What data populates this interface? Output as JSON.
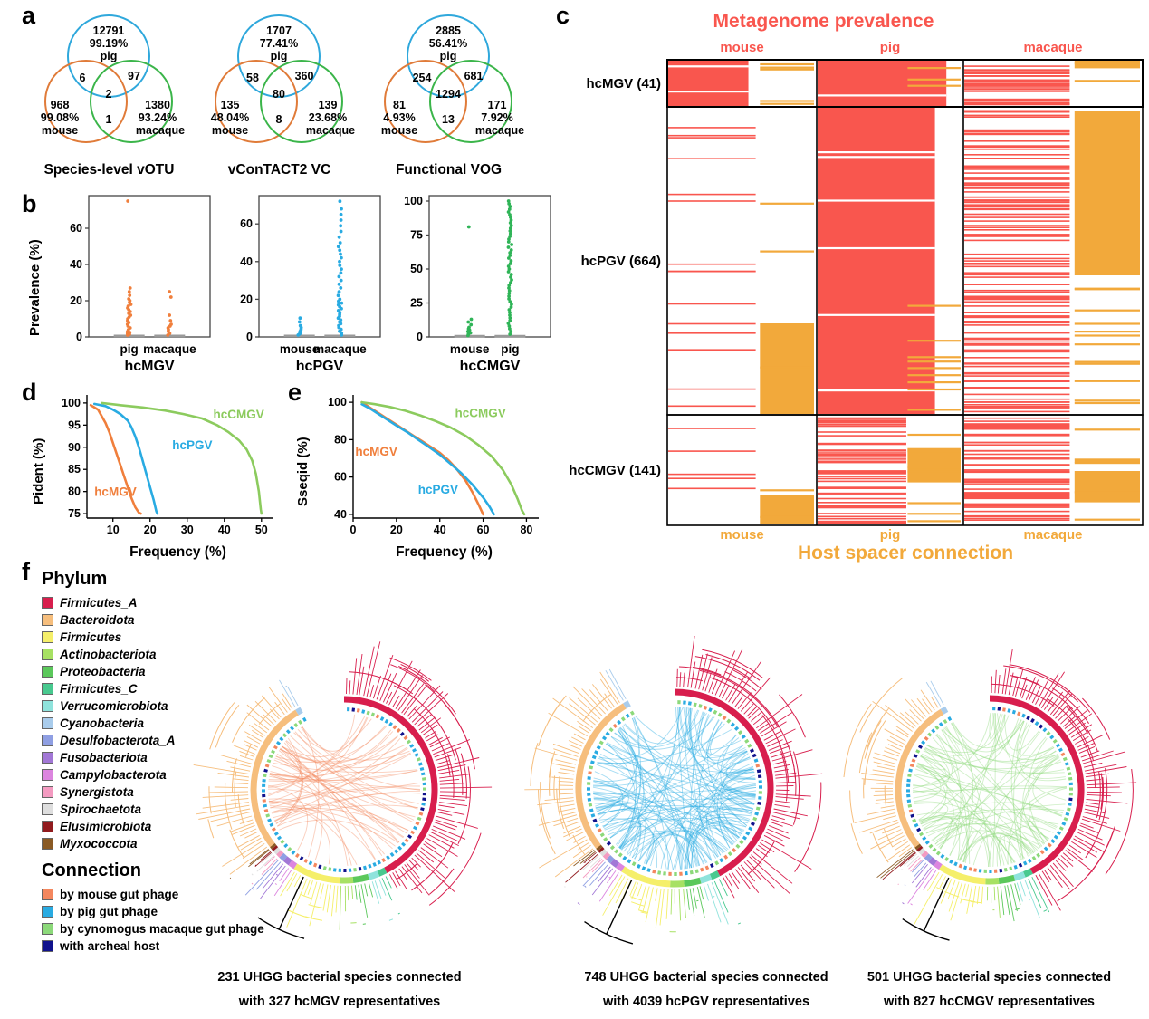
{
  "labels": {
    "a": "a",
    "b": "b",
    "c": "c",
    "d": "d",
    "e": "e",
    "f": "f"
  },
  "colors": {
    "pig": "#2FA8DC",
    "mouse": "#E07B39",
    "macaque": "#3BB54A",
    "prevalence_red": "#F9564E",
    "spacer_orange": "#F2A93B"
  },
  "chart_data": [
    {
      "type": "venn",
      "title": "Species-level vOTU",
      "set_labels": [
        "pig",
        "mouse",
        "macaque"
      ],
      "values": {
        "pig": "12791",
        "pig_pct": "99.19%",
        "mouse": "968",
        "mouse_pct": "99.08%",
        "macaque": "1380",
        "macaque_pct": "93.24%",
        "pig_mouse": "6",
        "pig_macaque": "97",
        "mouse_macaque": "1",
        "all": "2"
      }
    },
    {
      "type": "venn",
      "title": "vConTACT2 VC",
      "set_labels": [
        "pig",
        "mouse",
        "macaque"
      ],
      "values": {
        "pig": "1707",
        "pig_pct": "77.41%",
        "mouse": "135",
        "mouse_pct": "48.04%",
        "macaque": "139",
        "macaque_pct": "23.68%",
        "pig_mouse": "58",
        "pig_macaque": "360",
        "mouse_macaque": "8",
        "all": "80"
      }
    },
    {
      "type": "venn",
      "title": "Functional VOG",
      "set_labels": [
        "pig",
        "mouse",
        "macaque"
      ],
      "values": {
        "pig": "2885",
        "pig_pct": "56.41%",
        "mouse": "81",
        "mouse_pct": "4.93%",
        "macaque": "171",
        "macaque_pct": "7.92%",
        "pig_mouse": "254",
        "pig_macaque": "681",
        "mouse_macaque": "13",
        "all": "1294"
      }
    },
    {
      "type": "scatter",
      "title": "hcMGV",
      "ylabel": "Prevalence (%)",
      "ylim": [
        0,
        78
      ],
      "yticks": [
        0,
        20,
        40,
        60
      ],
      "categories": [
        "pig",
        "macaque"
      ],
      "color": "#F07F3C",
      "values": [
        [
          75,
          27,
          25,
          23,
          21,
          20,
          19,
          18,
          17,
          16,
          15,
          14,
          13,
          12,
          11,
          10,
          9,
          8,
          7,
          6,
          5,
          4,
          3,
          2.5,
          2,
          1.5,
          1
        ],
        [
          25,
          22,
          12,
          9,
          7,
          6,
          5,
          4,
          3,
          2,
          1
        ]
      ]
    },
    {
      "type": "scatter",
      "title": "hcPGV",
      "ylabel": "Prevalence (%)",
      "ylim": [
        0,
        75
      ],
      "yticks": [
        0,
        20,
        40,
        60
      ],
      "categories": [
        "mouse",
        "macaque"
      ],
      "color": "#29ABE2",
      "values": [
        [
          10,
          8,
          6,
          5,
          4,
          3,
          2.5,
          2,
          1.5,
          1
        ],
        [
          72,
          68,
          65,
          62,
          59,
          56,
          53,
          50,
          48,
          46,
          44,
          42,
          40,
          38,
          36,
          34,
          32,
          30,
          28,
          26,
          24,
          22,
          20,
          19,
          18,
          17,
          16,
          15,
          14,
          13,
          12,
          11,
          10,
          9,
          8,
          7,
          6,
          5,
          4,
          3,
          2,
          1
        ]
      ]
    },
    {
      "type": "scatter",
      "title": "hcCMGV",
      "ylabel": "Prevalence (%)",
      "ylim": [
        0,
        104
      ],
      "yticks": [
        0,
        25,
        50,
        75,
        100
      ],
      "categories": [
        "mouse",
        "pig"
      ],
      "color": "#2FB457",
      "values": [
        [
          81,
          13,
          11,
          9,
          7,
          6,
          5,
          4,
          3,
          2,
          1
        ],
        [
          100,
          98,
          96,
          94,
          92,
          90,
          88,
          86,
          84,
          82,
          80,
          78,
          76,
          74,
          72,
          70,
          68,
          66,
          64,
          62,
          60,
          58,
          56,
          54,
          52,
          50,
          48,
          46,
          44,
          42,
          40,
          38,
          36,
          34,
          32,
          30,
          28,
          26,
          24,
          22,
          20,
          18,
          16,
          14,
          12,
          10,
          8,
          6,
          4,
          2
        ]
      ]
    },
    {
      "type": "line",
      "xlabel": "Frequency (%)",
      "ylabel": "Pident (%)",
      "xlim": [
        3,
        52
      ],
      "ylim": [
        74,
        101
      ],
      "xticks": [
        10,
        20,
        30,
        40,
        50
      ],
      "yticks": [
        75,
        80,
        85,
        90,
        95,
        100
      ],
      "series": [
        {
          "name": "hcMGV",
          "color": "#F07F3C",
          "label_at": [
            5,
            79
          ],
          "points": [
            [
              4,
              99.5
            ],
            [
              6,
              98.5
            ],
            [
              7,
              97
            ],
            [
              8,
              95.5
            ],
            [
              9,
              93.5
            ],
            [
              10,
              91
            ],
            [
              11,
              88.5
            ],
            [
              12,
              86
            ],
            [
              13,
              83.5
            ],
            [
              14,
              81
            ],
            [
              15,
              78.5
            ],
            [
              16,
              76.5
            ],
            [
              17,
              75.2
            ],
            [
              17.5,
              75
            ]
          ]
        },
        {
          "name": "hcPGV",
          "color": "#29ABE2",
          "label_at": [
            26,
            89.5
          ],
          "points": [
            [
              5,
              99.8
            ],
            [
              8,
              99.3
            ],
            [
              10,
              98.5
            ],
            [
              12,
              97.5
            ],
            [
              14,
              96
            ],
            [
              15,
              94.5
            ],
            [
              16,
              92.5
            ],
            [
              17,
              90
            ],
            [
              18,
              87
            ],
            [
              19,
              84
            ],
            [
              20,
              81
            ],
            [
              21,
              78
            ],
            [
              21.7,
              75.5
            ],
            [
              22,
              75
            ]
          ]
        },
        {
          "name": "hcCMGV",
          "color": "#8CCB5E",
          "label_at": [
            37,
            96.5
          ],
          "points": [
            [
              7,
              100
            ],
            [
              12,
              99.5
            ],
            [
              18,
              99
            ],
            [
              24,
              98.3
            ],
            [
              29,
              97.5
            ],
            [
              34,
              96.5
            ],
            [
              38,
              95
            ],
            [
              41,
              93.5
            ],
            [
              44,
              91.5
            ],
            [
              46,
              89.5
            ],
            [
              47.5,
              87
            ],
            [
              48.5,
              84
            ],
            [
              49.3,
              80
            ],
            [
              49.8,
              76
            ],
            [
              50,
              75
            ]
          ]
        }
      ]
    },
    {
      "type": "line",
      "xlabel": "Frequency (%)",
      "ylabel": "Sseqid (%)",
      "xlim": [
        0,
        84
      ],
      "ylim": [
        38,
        102
      ],
      "xticks": [
        0,
        20,
        40,
        60,
        80
      ],
      "yticks": [
        40,
        60,
        80,
        100
      ],
      "series": [
        {
          "name": "hcMGV",
          "color": "#F07F3C",
          "label_at": [
            1,
            71.5
          ],
          "points": [
            [
              4,
              100
            ],
            [
              8,
              97
            ],
            [
              12,
              94
            ],
            [
              16,
              91
            ],
            [
              20,
              88
            ],
            [
              24,
              85
            ],
            [
              28,
              82
            ],
            [
              32,
              79
            ],
            [
              36,
              76
            ],
            [
              40,
              73
            ],
            [
              44,
              69
            ],
            [
              48,
              64
            ],
            [
              52,
              58
            ],
            [
              55,
              52
            ],
            [
              58,
              45
            ],
            [
              60,
              40
            ]
          ]
        },
        {
          "name": "hcPGV",
          "color": "#29ABE2",
          "label_at": [
            30,
            51
          ],
          "points": [
            [
              4,
              99
            ],
            [
              8,
              96.5
            ],
            [
              12,
              93.5
            ],
            [
              16,
              90.5
            ],
            [
              20,
              87.5
            ],
            [
              25,
              84
            ],
            [
              30,
              80
            ],
            [
              35,
              76
            ],
            [
              40,
              72
            ],
            [
              45,
              67
            ],
            [
              50,
              62
            ],
            [
              55,
              56
            ],
            [
              60,
              49
            ],
            [
              63,
              44
            ],
            [
              65,
              40
            ]
          ]
        },
        {
          "name": "hcCMGV",
          "color": "#8CCB5E",
          "label_at": [
            47,
            92
          ],
          "points": [
            [
              4,
              100
            ],
            [
              10,
              99
            ],
            [
              17,
              97.5
            ],
            [
              24,
              95.5
            ],
            [
              31,
              93
            ],
            [
              38,
              90
            ],
            [
              45,
              86.5
            ],
            [
              52,
              82
            ],
            [
              58,
              77
            ],
            [
              64,
              71
            ],
            [
              69,
              64
            ],
            [
              73,
              56
            ],
            [
              76,
              48
            ],
            [
              78,
              42
            ],
            [
              79,
              40
            ]
          ]
        }
      ]
    },
    {
      "type": "heatmap",
      "title": "Metagenome prevalence",
      "bottom_title": "Host spacer connection",
      "top_labels": [
        "mouse",
        "pig",
        "macaque"
      ],
      "bottom_labels": [
        "mouse",
        "pig",
        "macaque"
      ],
      "rows": [
        {
          "label": "hcMGV (41)",
          "count": 41
        },
        {
          "label": "hcPGV (664)",
          "count": 664
        },
        {
          "label": "hcCMGV (141)",
          "count": 141
        }
      ],
      "red": "#F9564E",
      "orange": "#F2A93B",
      "cells": [
        [
          {
            "red": "solid",
            "span": 0.55,
            "gaps": 2,
            "oblocks": [],
            "olines": 5
          },
          {
            "red": "solid",
            "span": 0.9,
            "gaps": 1,
            "oblocks": [],
            "olines": 3
          },
          {
            "red": "lines",
            "n": 26,
            "span": 0.6,
            "oblocks": [
              [
                0.0,
                0.2
              ]
            ],
            "olines": 2
          }
        ],
        [
          {
            "red": "lines",
            "n": 16,
            "span": 0.6,
            "oblocks": [
              [
                0.7,
                1.0
              ]
            ],
            "olines": 3
          },
          {
            "red": "solid",
            "span": 0.82,
            "gaps": 6,
            "oblocks": [],
            "olines": 9,
            "olines_region": [
              0.55,
              1.0
            ]
          },
          {
            "red": "lines",
            "n": 110,
            "span": 0.6,
            "oblocks": [
              [
                0.01,
                0.55
              ]
            ],
            "olines": 12,
            "olines_region": [
              0.55,
              1.0
            ]
          }
        ],
        [
          {
            "red": "lines",
            "n": 5,
            "span": 0.6,
            "oblocks": [
              [
                0.72,
                1.0
              ]
            ],
            "olines": 2
          },
          {
            "red": "lines",
            "n": 45,
            "span": 0.62,
            "oblocks": [
              [
                0.3,
                0.62
              ]
            ],
            "olines": 8
          },
          {
            "red": "lines",
            "n": 50,
            "span": 0.6,
            "oblocks": [
              [
                0.5,
                0.8
              ]
            ],
            "olines": 6
          }
        ]
      ]
    },
    {
      "type": "tree",
      "name": "hcMGV",
      "species": 231,
      "representatives": 327,
      "caption_line1": "231 UHGG bacterial species connected",
      "caption_line2": "with 327 hcMGV representatives",
      "connection": "by mouse gut phage",
      "connection_color": "#F4875E",
      "chords": 60,
      "seed": 7,
      "bias": "left"
    },
    {
      "type": "tree",
      "name": "hcPGV",
      "species": 748,
      "representatives": 4039,
      "caption_line1": "748 UHGG bacterial species connected",
      "caption_line2": "with 4039 hcPGV representatives",
      "connection": "by pig gut phage",
      "connection_color": "#29ABE2",
      "chords": 140,
      "seed": 13,
      "bias": "all"
    },
    {
      "type": "tree",
      "name": "hcCMGV",
      "species": 501,
      "representatives": 827,
      "caption_line1": "501 UHGG bacterial species connected",
      "caption_line2": "with 827 hcCMGV representatives",
      "connection": "by cynomogus macaque gut phage",
      "connection_color": "#8CD97A",
      "chords": 95,
      "seed": 29,
      "bias": "all"
    }
  ],
  "tree_segments": [
    {
      "phylum": "Firmicutes_A",
      "frac": 0.46
    },
    {
      "phylum": "Firmicutes_C",
      "frac": 0.015
    },
    {
      "phylum": "Verrucomicrobiota",
      "frac": 0.02
    },
    {
      "phylum": "Proteobacteria",
      "frac": 0.03
    },
    {
      "phylum": "Actinobacteriota",
      "frac": 0.025
    },
    {
      "phylum": "Firmicutes",
      "frac": 0.09
    },
    {
      "phylum": "Campylobacterota",
      "frac": 0.012
    },
    {
      "phylum": "Fusobacteriota",
      "frac": 0.012
    },
    {
      "phylum": "Desulfobacterota_A",
      "frac": 0.01
    },
    {
      "phylum": "Synergistota",
      "frac": 0.008
    },
    {
      "phylum": "Spirochaetota",
      "frac": 0.008
    },
    {
      "phylum": "Elusimicrobiota",
      "frac": 0.005
    },
    {
      "phylum": "Myxococcota",
      "frac": 0.005
    },
    {
      "phylum": "Bacteroidota",
      "frac": 0.29
    },
    {
      "phylum": "Cyanobacteria",
      "frac": 0.01
    }
  ],
  "panel_f": {
    "phylum_title": "Phylum",
    "phyla": [
      {
        "name": "Firmicutes_A",
        "color": "#D81E4D"
      },
      {
        "name": "Bacteroidota",
        "color": "#F6BE7D"
      },
      {
        "name": "Firmicutes",
        "color": "#F5EF6A"
      },
      {
        "name": "Actinobacteriota",
        "color": "#A7E163"
      },
      {
        "name": "Proteobacteria",
        "color": "#5BC85B"
      },
      {
        "name": "Firmicutes_C",
        "color": "#48C98F"
      },
      {
        "name": "Verrucomicrobiota",
        "color": "#8FE3DC"
      },
      {
        "name": "Cyanobacteria",
        "color": "#A9CCEC"
      },
      {
        "name": "Desulfobacterota_A",
        "color": "#8F9FE3"
      },
      {
        "name": "Fusobacteriota",
        "color": "#A277D6"
      },
      {
        "name": "Campylobacterota",
        "color": "#DC85DF"
      },
      {
        "name": "Synergistota",
        "color": "#F49BC1"
      },
      {
        "name": "Spirochaetota",
        "color": "#DEDEDE"
      },
      {
        "name": "Elusimicrobiota",
        "color": "#911B1E"
      },
      {
        "name": "Myxococcota",
        "color": "#8A5A24"
      }
    ],
    "connection_title": "Connection",
    "connections": [
      {
        "name": "by mouse gut phage",
        "color": "#F4875E"
      },
      {
        "name": "by pig gut phage",
        "color": "#29ABE2"
      },
      {
        "name": "by cynomogus macaque gut phage",
        "color": "#8CD97A"
      },
      {
        "name": "with archeal host",
        "color": "#10128C"
      }
    ]
  }
}
